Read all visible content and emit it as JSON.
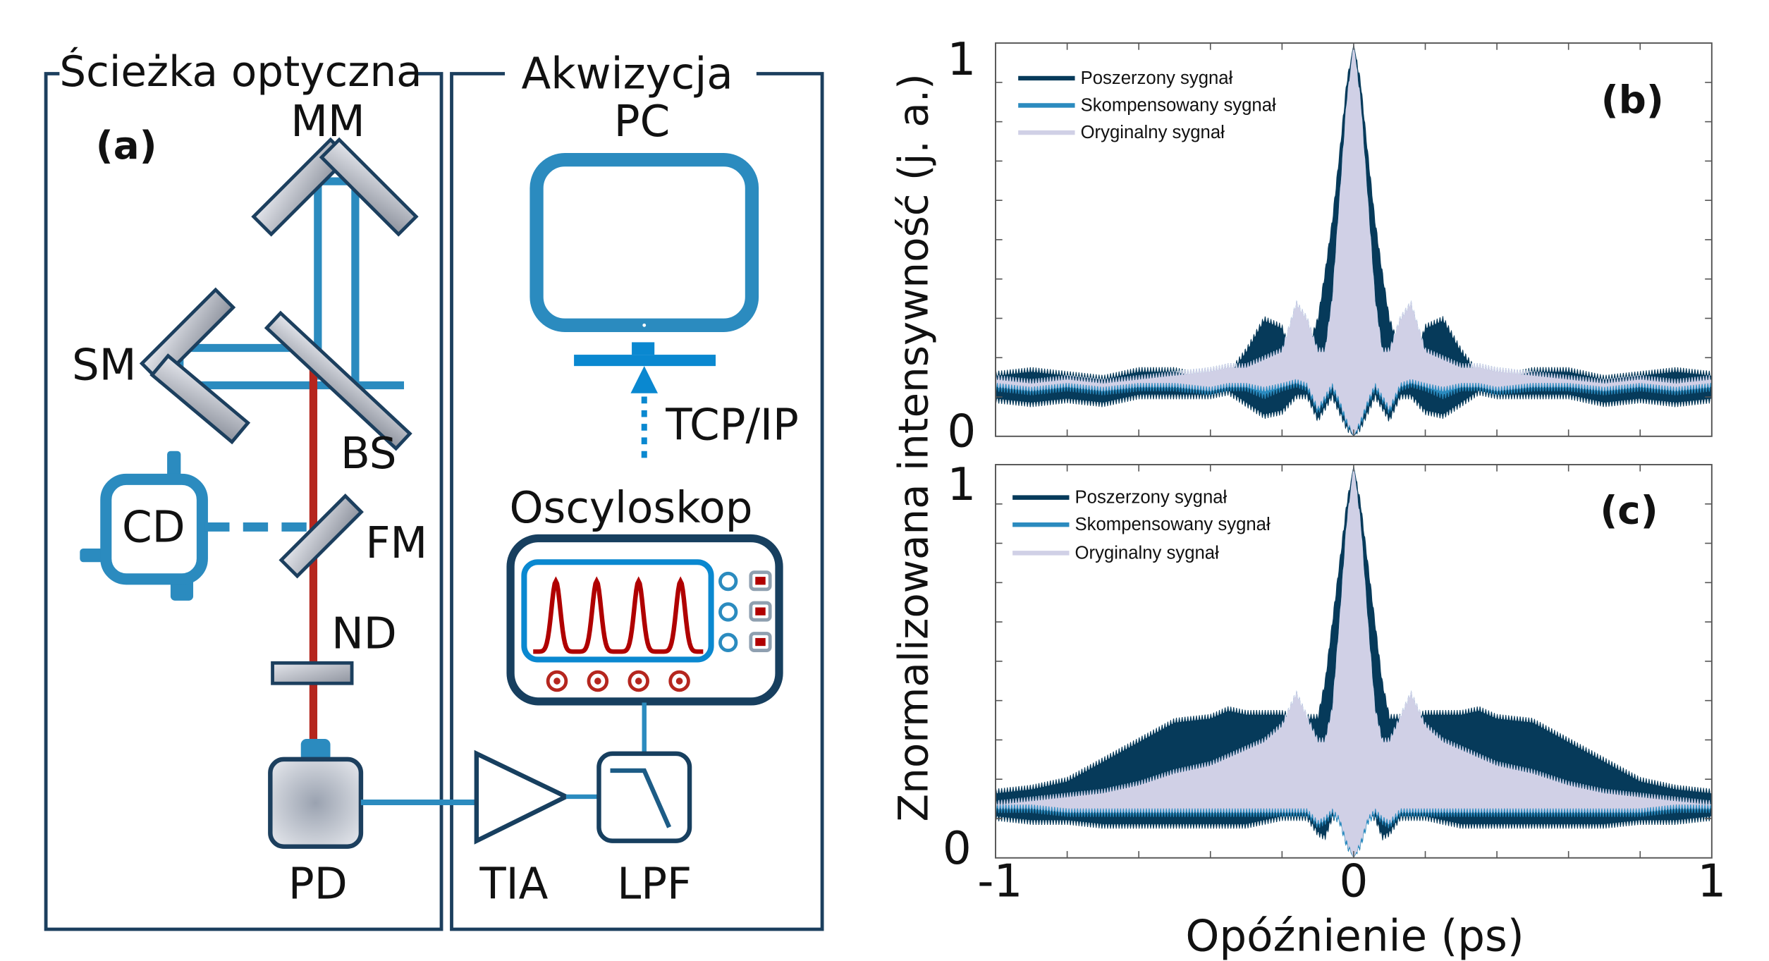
{
  "diagram": {
    "panel_label": "(a)",
    "optical_path_title": "Ścieżka optyczna",
    "acquisition_title": "Akwizycja",
    "components": {
      "mm": "MM",
      "sm": "SM",
      "bs": "BS",
      "cd": "CD",
      "fm": "FM",
      "nd": "ND",
      "pd": "PD",
      "tia": "TIA",
      "lpf": "LPF",
      "pc": "PC",
      "oscilloscope": "Oscyloskop",
      "link": "TCP/IP"
    },
    "colors": {
      "frame": "#1c3f5e",
      "beam_blue": "#2b8bbf",
      "beam_red": "#b5261e",
      "screen_blue": "#0a88d0",
      "trace_red": "#b00000"
    }
  },
  "chart_data": [
    {
      "type": "area",
      "panel_label": "(b)",
      "xlabel": "Opóźnienie (ps)",
      "ylabel": "Znormalizowana intensywność (j. a.)",
      "xlim": [
        -1,
        1
      ],
      "ylim": [
        0,
        1
      ],
      "x_tick_labels": [
        "-1",
        "0",
        "1"
      ],
      "y_tick_labels": [
        "0",
        "1"
      ],
      "legend_position": "top-left",
      "symmetric_about_zero": true,
      "abs_x": [
        0,
        0.02,
        0.04,
        0.06,
        0.08,
        0.1,
        0.13,
        0.16,
        0.2,
        0.25,
        0.3,
        0.35,
        0.4,
        0.5,
        0.6,
        0.7,
        0.8,
        0.9,
        1.0
      ],
      "series": [
        {
          "name": "Poszerzony sygnał",
          "color": "#063a5a",
          "upper": [
            1.0,
            0.9,
            0.72,
            0.55,
            0.42,
            0.3,
            0.22,
            0.17,
            0.28,
            0.3,
            0.22,
            0.16,
            0.15,
            0.17,
            0.17,
            0.15,
            0.16,
            0.17,
            0.16
          ],
          "lower": [
            0,
            0.02,
            0.06,
            0.1,
            0.07,
            0.04,
            0.1,
            0.1,
            0.06,
            0.05,
            0.08,
            0.11,
            0.1,
            0.1,
            0.1,
            0.08,
            0.09,
            0.08,
            0.09
          ]
        },
        {
          "name": "Skompensowany sygnał",
          "color": "#2b8bbf",
          "upper": [
            1.0,
            0.85,
            0.6,
            0.35,
            0.22,
            0.22,
            0.3,
            0.34,
            0.22,
            0.2,
            0.18,
            0.18,
            0.17,
            0.16,
            0.15,
            0.14,
            0.15,
            0.14,
            0.15
          ],
          "lower": [
            0,
            0.03,
            0.08,
            0.12,
            0.09,
            0.06,
            0.12,
            0.13,
            0.12,
            0.1,
            0.12,
            0.12,
            0.11,
            0.12,
            0.12,
            0.11,
            0.12,
            0.11,
            0.12
          ]
        },
        {
          "name": "Oryginalny sygnał",
          "color": "#d0d0e6",
          "upper": [
            1.0,
            0.85,
            0.6,
            0.35,
            0.22,
            0.22,
            0.3,
            0.34,
            0.22,
            0.2,
            0.18,
            0.18,
            0.17,
            0.16,
            0.15,
            0.14,
            0.15,
            0.14,
            0.15
          ],
          "lower": [
            0,
            0.04,
            0.09,
            0.13,
            0.1,
            0.07,
            0.13,
            0.14,
            0.13,
            0.12,
            0.13,
            0.13,
            0.12,
            0.13,
            0.13,
            0.12,
            0.13,
            0.12,
            0.13
          ]
        }
      ]
    },
    {
      "type": "area",
      "panel_label": "(c)",
      "xlabel": "Opóźnienie (ps)",
      "ylabel": "Znormalizowana intensywność (j. a.)",
      "xlim": [
        -1,
        1
      ],
      "ylim": [
        0,
        1
      ],
      "x_tick_labels": [
        "-1",
        "0",
        "1"
      ],
      "y_tick_labels": [
        "0",
        "1"
      ],
      "legend_position": "top-left",
      "symmetric_about_zero": true,
      "abs_x": [
        0,
        0.02,
        0.04,
        0.06,
        0.08,
        0.1,
        0.13,
        0.16,
        0.2,
        0.25,
        0.3,
        0.35,
        0.4,
        0.5,
        0.6,
        0.7,
        0.8,
        0.9,
        1.0
      ],
      "series": [
        {
          "name": "Poszerzony sygnał",
          "color": "#063a5a",
          "upper": [
            1.0,
            0.9,
            0.75,
            0.6,
            0.45,
            0.36,
            0.36,
            0.36,
            0.37,
            0.37,
            0.37,
            0.38,
            0.36,
            0.35,
            0.3,
            0.25,
            0.2,
            0.18,
            0.17
          ],
          "lower": [
            0,
            0.03,
            0.1,
            0.1,
            0.05,
            0.06,
            0.1,
            0.1,
            0.1,
            0.09,
            0.08,
            0.08,
            0.08,
            0.08,
            0.08,
            0.08,
            0.09,
            0.09,
            0.1
          ]
        },
        {
          "name": "Skompensowany sygnał",
          "color": "#2b8bbf",
          "upper": [
            1.0,
            0.85,
            0.6,
            0.38,
            0.3,
            0.3,
            0.36,
            0.42,
            0.34,
            0.3,
            0.28,
            0.26,
            0.24,
            0.22,
            0.19,
            0.17,
            0.16,
            0.15,
            0.14
          ],
          "lower": [
            0,
            0.03,
            0.09,
            0.11,
            0.09,
            0.08,
            0.11,
            0.11,
            0.11,
            0.11,
            0.11,
            0.11,
            0.11,
            0.11,
            0.11,
            0.11,
            0.11,
            0.12,
            0.12
          ]
        },
        {
          "name": "Oryginalny sygnał",
          "color": "#d0d0e6",
          "upper": [
            1.0,
            0.85,
            0.6,
            0.38,
            0.3,
            0.3,
            0.36,
            0.42,
            0.34,
            0.3,
            0.28,
            0.26,
            0.24,
            0.22,
            0.19,
            0.17,
            0.16,
            0.15,
            0.14
          ],
          "lower": [
            0,
            0.04,
            0.1,
            0.12,
            0.1,
            0.09,
            0.12,
            0.12,
            0.12,
            0.12,
            0.12,
            0.12,
            0.12,
            0.12,
            0.12,
            0.12,
            0.12,
            0.13,
            0.13
          ]
        }
      ]
    }
  ]
}
